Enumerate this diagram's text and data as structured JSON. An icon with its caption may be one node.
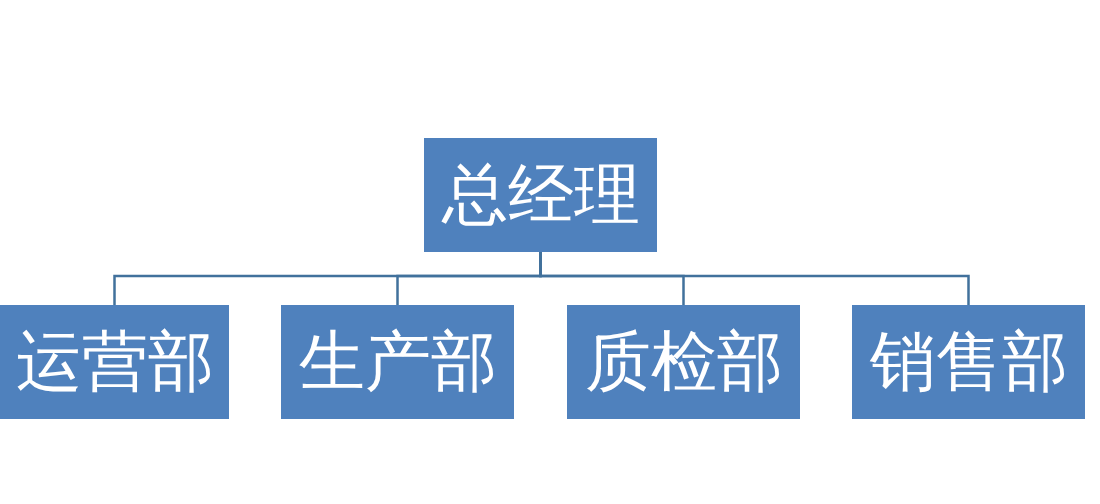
{
  "diagram": {
    "nodes": [
      {
        "text": [
          "总经理"
        ]
      },
      {
        "text": [
          "运营部"
        ]
      },
      {
        "text": [
          "生产部"
        ]
      },
      {
        "text": [
          "质检部"
        ]
      },
      {
        "text": [
          "销售部"
        ]
      }
    ],
    "edges": [
      {
        "from": 0,
        "to": 1,
        "arrow": "none"
      },
      {
        "from": 0,
        "to": 2,
        "arrow": "none"
      },
      {
        "from": 0,
        "to": 3,
        "arrow": "none"
      },
      {
        "from": 0,
        "to": 4,
        "arrow": "none"
      }
    ]
  }
}
